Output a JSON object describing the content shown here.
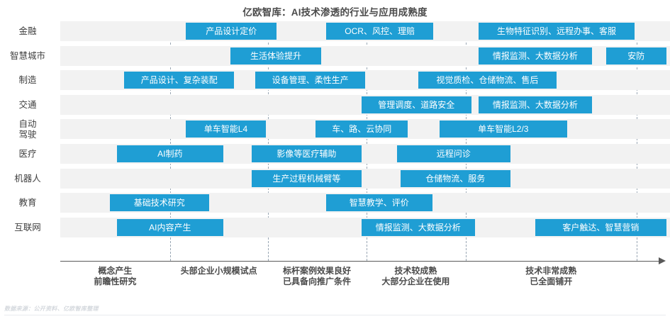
{
  "title": "亿欧智库：AI技术渗透的行业与应用成熟度",
  "footnote": "数据来源：公开资料、亿欧智库整理",
  "colors": {
    "bar": "#1f9ed4",
    "band": "#f2f2f2",
    "gridline": "#9aa7b4",
    "axis": "#595959"
  },
  "chart_data": {
    "type": "bar",
    "title": "亿欧智库：AI技术渗透的行业与应用成熟度",
    "xlabel": "",
    "ylabel": "",
    "grid": true,
    "legend": "none",
    "xlim": [
      0,
      100
    ],
    "stage_labels": [
      {
        "line1": "概念产生",
        "line2": "前瞻性研究"
      },
      {
        "line1": "头部企业小规模试点",
        "line2": ""
      },
      {
        "line1": "标杆案例效果良好",
        "line2": "已具备向推广条件"
      },
      {
        "line1": "技术较成熟",
        "line2": "大部分企业在使用"
      },
      {
        "line1": "技术非常成熟",
        "line2": "已全面铺开"
      }
    ],
    "categories": [
      "金融",
      "智慧城市",
      "制造",
      "交通",
      "自动驾驶",
      "医疗",
      "机器人",
      "教育",
      "互联网"
    ],
    "rows": [
      {
        "label": "金融",
        "label_lines": [
          "金融"
        ],
        "bars": [
          {
            "text": "产品设计定价",
            "start": 20.6,
            "end": 35.5
          },
          {
            "text": "OCR、风控、理赔",
            "start": 43.6,
            "end": 61.2
          },
          {
            "text": "生物特征识别、远程办事、客服",
            "start": 68.6,
            "end": 94.2
          }
        ]
      },
      {
        "label": "智慧城市",
        "label_lines": [
          "智慧城市"
        ],
        "bars": [
          {
            "text": "生活体验提升",
            "start": 27.9,
            "end": 42.8
          },
          {
            "text": "情报监测、大数据分析",
            "start": 68.6,
            "end": 87.2
          },
          {
            "text": "安防",
            "start": 89.5,
            "end": 99.4
          }
        ]
      },
      {
        "label": "制造",
        "label_lines": [
          "制造"
        ],
        "bars": [
          {
            "text": "产品设计、复杂装配",
            "start": 10.5,
            "end": 28.5
          },
          {
            "text": "设备管理、柔性生产",
            "start": 32.0,
            "end": 50.0
          },
          {
            "text": "视觉质检、仓储物流、售后",
            "start": 58.7,
            "end": 81.4
          }
        ]
      },
      {
        "label": "交通",
        "label_lines": [
          "交通"
        ],
        "bars": [
          {
            "text": "管理调度、道路安全",
            "start": 49.4,
            "end": 67.4
          },
          {
            "text": "情报监测、大数据分析",
            "start": 68.6,
            "end": 87.2
          }
        ]
      },
      {
        "label": "自动驾驶",
        "label_lines": [
          "自动",
          "驾驶"
        ],
        "bars": [
          {
            "text": "单车智能L4",
            "start": 20.6,
            "end": 33.7
          },
          {
            "text": "车、路、云协同",
            "start": 41.9,
            "end": 57.0
          },
          {
            "text": "单车智能L2/3",
            "start": 62.2,
            "end": 83.1
          }
        ]
      },
      {
        "label": "医疗",
        "label_lines": [
          "医疗"
        ],
        "bars": [
          {
            "text": "AI制药",
            "start": 9.3,
            "end": 26.7
          },
          {
            "text": "影像等医疗辅助",
            "start": 31.4,
            "end": 49.4
          },
          {
            "text": "远程问诊",
            "start": 55.2,
            "end": 73.8
          }
        ]
      },
      {
        "label": "机器人",
        "label_lines": [
          "机器人"
        ],
        "bars": [
          {
            "text": "生产过程机械臂等",
            "start": 31.4,
            "end": 49.4
          },
          {
            "text": "仓储物流、服务",
            "start": 55.8,
            "end": 73.8
          }
        ]
      },
      {
        "label": "教育",
        "label_lines": [
          "教育"
        ],
        "bars": [
          {
            "text": "基础技术研究",
            "start": 8.1,
            "end": 24.4
          },
          {
            "text": "智慧教学、评价",
            "start": 43.6,
            "end": 61.0
          }
        ]
      },
      {
        "label": "互联网",
        "label_lines": [
          "AI内容产生"
        ],
        "bars": [
          {
            "text": "AI内容产生",
            "start": 9.3,
            "end": 26.7
          },
          {
            "text": "情报监测、大数据分析",
            "start": 49.4,
            "end": 68.0
          },
          {
            "text": "客户触达、智慧营销",
            "start": 77.9,
            "end": 99.4
          }
        ]
      }
    ],
    "gridlines": [
      18.0,
      34.1,
      50.2,
      66.5,
      94.5
    ]
  }
}
